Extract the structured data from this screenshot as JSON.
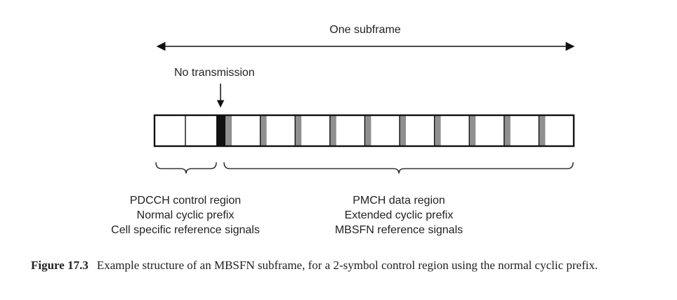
{
  "subframe_label": "One subframe",
  "no_transmission_label": "No transmission",
  "normal_symbols": 2,
  "extended_symbols": 10,
  "control_region": {
    "lines": [
      "PDCCH control region",
      "Normal cyclic prefix",
      "Cell specific reference signals"
    ]
  },
  "data_region": {
    "lines": [
      "PMCH data region",
      "Extended cyclic prefix",
      "MBSFN reference signals"
    ]
  },
  "caption": {
    "figure_number": "Figure 17.3",
    "text": "Example structure of an MBSFN subframe, for a 2-symbol control region using the normal cyclic prefix."
  },
  "colors": {
    "stroke": "#111111",
    "cyclic_prefix": "#909090",
    "gap": "#111111"
  }
}
